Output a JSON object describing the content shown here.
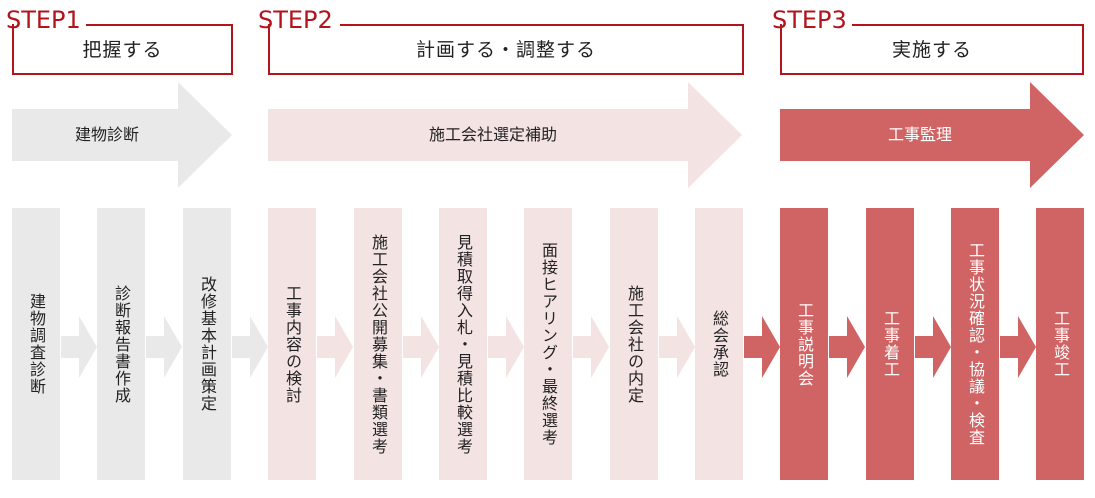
{
  "steps": [
    {
      "label": "STEP1",
      "title": "把握する"
    },
    {
      "label": "STEP2",
      "title": "計画する・調整する"
    },
    {
      "label": "STEP3",
      "title": "実施する"
    }
  ],
  "phases": [
    "建物診断",
    "施工会社選定補助",
    "工事監理"
  ],
  "tasks": [
    "建物調査診断",
    "診断報告書作成",
    "改修基本計画策定",
    "工事内容の検討",
    "施工会社公開募集・書類選考",
    "見積取得入札・見積比較選考",
    "面接ヒアリング・最終選考",
    "施工会社の内定",
    "総会承認",
    "工事説明会",
    "工事着工",
    "工事状況確認・協議・検査",
    "工事竣工"
  ],
  "colors": {
    "step_accent": "#b3141c",
    "step1_fill": "#e9e9e9",
    "step2_fill": "#f4e3e3",
    "step3_fill": "#d06363"
  }
}
